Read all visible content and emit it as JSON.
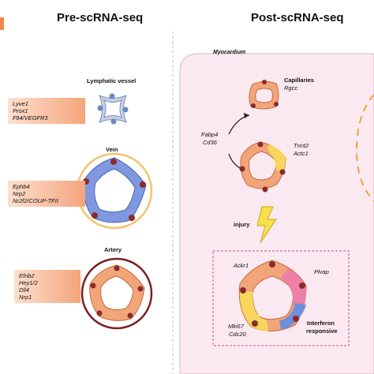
{
  "headings": {
    "left": "Pre-scRNA-seq",
    "right": "Post-scRNA-seq"
  },
  "left_panel": {
    "lymphatic": {
      "title": "Lymphatic vessel",
      "genes": [
        "Lyve1",
        "Prox1",
        "Flt4/VEGFR3"
      ]
    },
    "vein": {
      "title": "Vein",
      "genes": [
        "Ephb4",
        "Nrp2",
        "Nr2f2/COUP-TFII"
      ]
    },
    "artery": {
      "title": "Artery",
      "genes": [
        "Efnb2",
        "Hey1/2",
        "Dll4",
        "Nrp1"
      ]
    }
  },
  "right_panel": {
    "region": "Myocardium",
    "capillaries": {
      "title": "Capillaries",
      "gene": "Rgcc"
    },
    "fabp": [
      "Fabp4",
      "Cd36"
    ],
    "tnnt": [
      "Tnnt2",
      "Actc1"
    ],
    "injury": "injury",
    "ackr1": "Ackr1",
    "plvap": "Plvap",
    "mki": [
      "Mki67",
      "Cdc20"
    ],
    "interferon": [
      "Interferon",
      "responsive"
    ]
  },
  "colors": {
    "accent_orange": "#f08a4b",
    "myocardium_fill": "#fbe9f1",
    "myocardium_stroke": "#e3b3c8",
    "lymph_cell": "#c6d0e4",
    "vein_cell": "#7f98e0",
    "vein_ring": "#f5c36b",
    "artery_cell": "#f3a57a",
    "artery_ring": "#7a1f22",
    "nucleus": "#8a2b2b",
    "yellow": "#f6d65c",
    "pink": "#ee7fa6",
    "blue": "#6f8fd8",
    "dashed_box": "#c9547a"
  }
}
